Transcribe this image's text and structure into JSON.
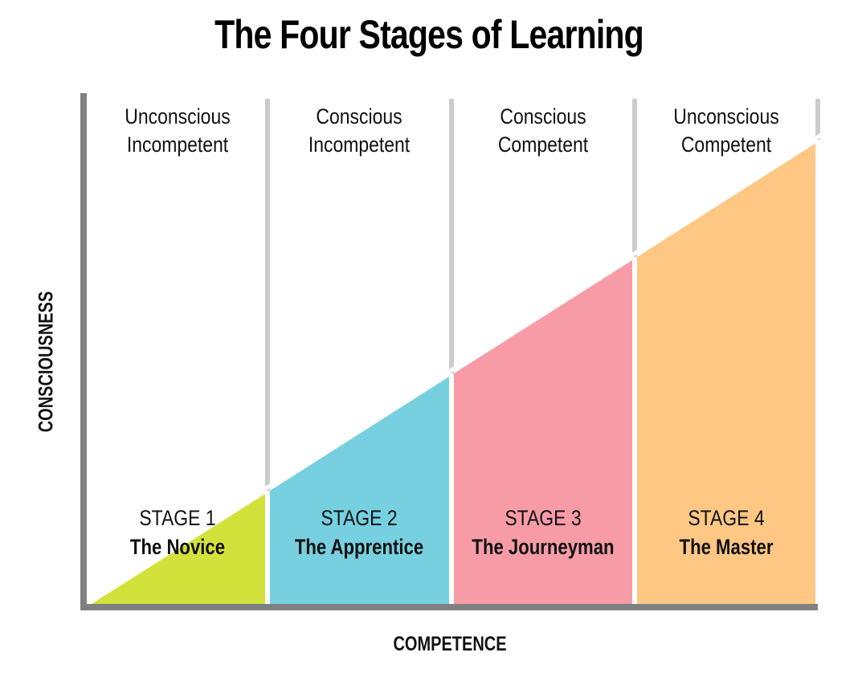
{
  "title": "The Four Stages of Learning",
  "axes": {
    "y_label": "CONSCIOUSNESS",
    "x_label": "COMPETENCE"
  },
  "columns": [
    {
      "label_line1": "Unconscious",
      "label_line2": "Incompetent",
      "stage": "STAGE 1",
      "name": "The Novice",
      "color": "#d2e23a"
    },
    {
      "label_line1": "Conscious",
      "label_line2": "Incompetent",
      "stage": "STAGE 2",
      "name": "The Apprentice",
      "color": "#76d0df"
    },
    {
      "label_line1": "Conscious",
      "label_line2": "Competent",
      "stage": "STAGE 3",
      "name": "The Journeyman",
      "color": "#f79ca7"
    },
    {
      "label_line1": "Unconscious",
      "label_line2": "Competent",
      "stage": "STAGE 4",
      "name": "The Master",
      "color": "#fec784"
    }
  ],
  "colors": {
    "axis": "#808080",
    "divider": "#cccccc"
  }
}
